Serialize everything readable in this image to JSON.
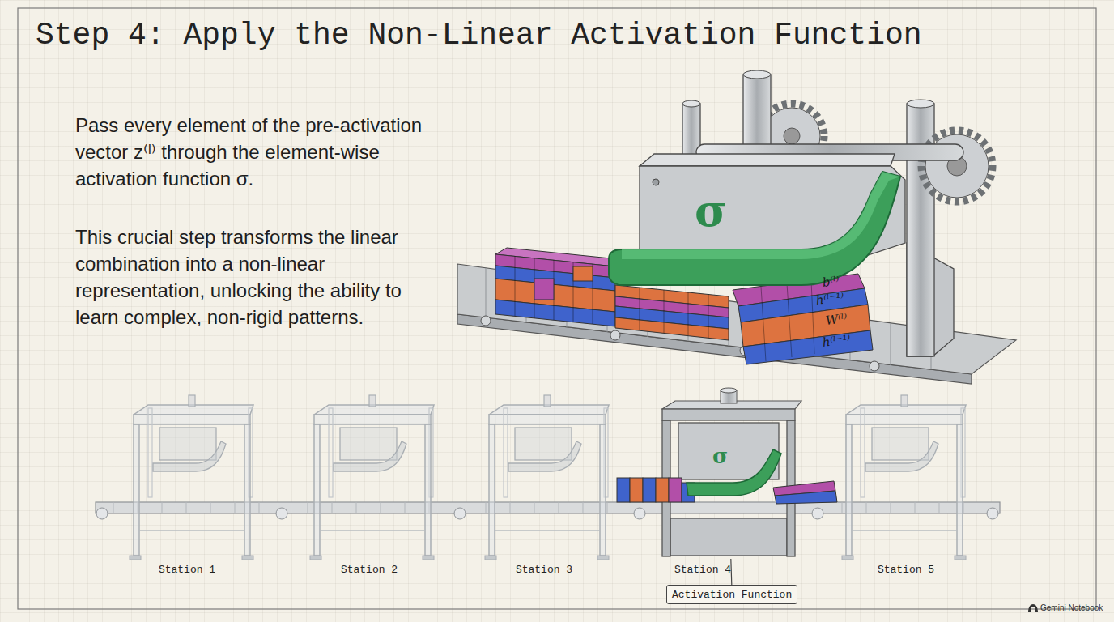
{
  "diagram": {
    "title": "Step 4: Apply the Non-Linear Activation Function",
    "nodes": [
      {
        "text": [
          "Station 1"
        ]
      },
      {
        "text": [
          "Station 2"
        ]
      },
      {
        "text": [
          "Station 3"
        ]
      },
      {
        "text": [
          "Station 4"
        ]
      },
      {
        "text": [
          "Station 5"
        ]
      },
      {
        "text": [
          "Activation Function"
        ]
      }
    ],
    "edges": [
      {
        "from": 3,
        "to": 5,
        "arrow": "none"
      }
    ],
    "labels": [
      "Pass every element of the pre-activation vector z⁽ˡ⁾ through the element-wise activation function σ.",
      "This crucial step transforms the linear combination into a non-linear representation, unlocking the ability to learn complex, non-rigid patterns.",
      "σ",
      "b⁽ˡ⁾",
      "h⁽ˡ⁻¹⁾",
      "W⁽ˡ⁾",
      "h⁽ˡ⁻¹⁾",
      "σ",
      "Gemini Notebook"
    ]
  }
}
